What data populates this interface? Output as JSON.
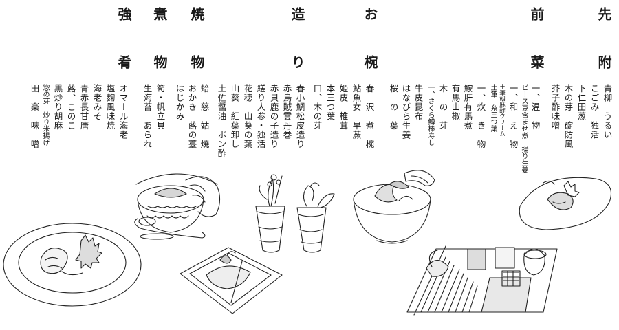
{
  "courses": {
    "sakizuke": {
      "title": "先附",
      "items": [
        "青柳　うるい",
        "こごみ　独活",
        "下仁田葱",
        "木の芽　碇防風",
        "芥子酢味噌"
      ]
    },
    "zensai": {
      "title": "前菜",
      "items": [
        "一、温　物",
        "ピース豆含ませ煮　揚り生姜",
        "一、和　え　物",
        "土筆胡麻酢クリーム",
        "土筆　糸三つ葉",
        "一、炊　き　物",
        "鮟肝有馬煮",
        "有馬山椒",
        "木　の　芽",
        "一、さくら鱒棒寿し",
        "牛皮昆布",
        "はなびら生姜",
        "桜　の　葉"
      ]
    },
    "owan": {
      "title": "お椀",
      "items": [
        "春　沢　煮　椀",
        "鮎魚女　早蕨",
        "姫皮　椎茸",
        "本三つ葉",
        "口、木の芽"
      ]
    },
    "tsukuri": {
      "title": "造り",
      "items": [
        "春小鯛松皮造り",
        "赤烏賊雲丹巻",
        "赤貝鹿の子造り",
        "縒り人参・独活",
        "花穂　山葵の葉",
        "山葵　紅葉卸し",
        "土佐醤油　ポン酢"
      ]
    },
    "yakimono": {
      "title": "焼物",
      "items": [
        "蛤　慈　姑　焼",
        "おかき　蕗の薹",
        "はじかみ"
      ]
    },
    "nimono": {
      "title": "煮物",
      "items": [
        "筍・帆立貝",
        "生海苔　あられ"
      ]
    },
    "shiizakana": {
      "title": "強肴",
      "items": [
        "オマール海老",
        "塩麹風味焼",
        "海老みそ",
        "青赤長甘唐",
        "蕗、このこ",
        "黒炒り胡麻",
        "惣の芽　炒り米揚げ",
        "田　楽　味　噌"
      ]
    }
  }
}
